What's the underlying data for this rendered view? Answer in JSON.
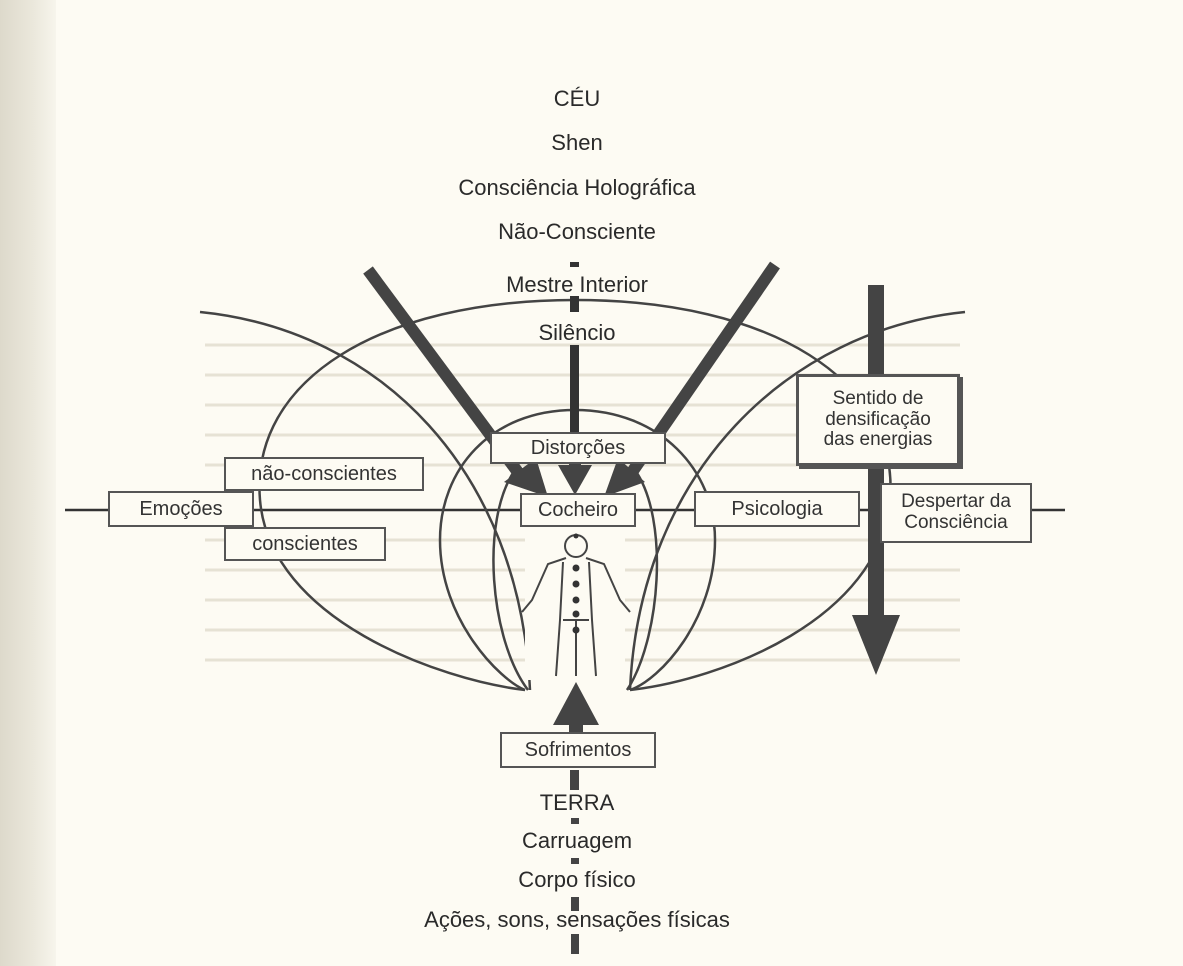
{
  "top_labels": {
    "ceu": "CÉU",
    "shen": "Shen",
    "consciencia": "Consciência Holográfica",
    "nao_consciente": "Não-Consciente",
    "mestre": "Mestre Interior",
    "silencio": "Silêncio"
  },
  "bottom_labels": {
    "terra": "TERRA",
    "carruagem": "Carruagem",
    "corpo": "Corpo físico",
    "acoes": "Ações, sons, sensações físicas"
  },
  "boxes": {
    "distorcoes": "Distorções",
    "cocheiro": "Cocheiro",
    "emocoes": "Emoções",
    "nao_conscientes": "não-conscientes",
    "conscientes": "conscientes",
    "psicologia": "Psicologia",
    "despertar_line1": "Despertar da",
    "despertar_line2": "Consciência",
    "sentido_line1": "Sentido de",
    "sentido_line2": "densificação",
    "sentido_line3": "das energias",
    "sofrimentos": "Sofrimentos"
  },
  "colors": {
    "paper": "#fdfbf3",
    "ink": "#3a3a3a",
    "arrow": "#444444"
  }
}
